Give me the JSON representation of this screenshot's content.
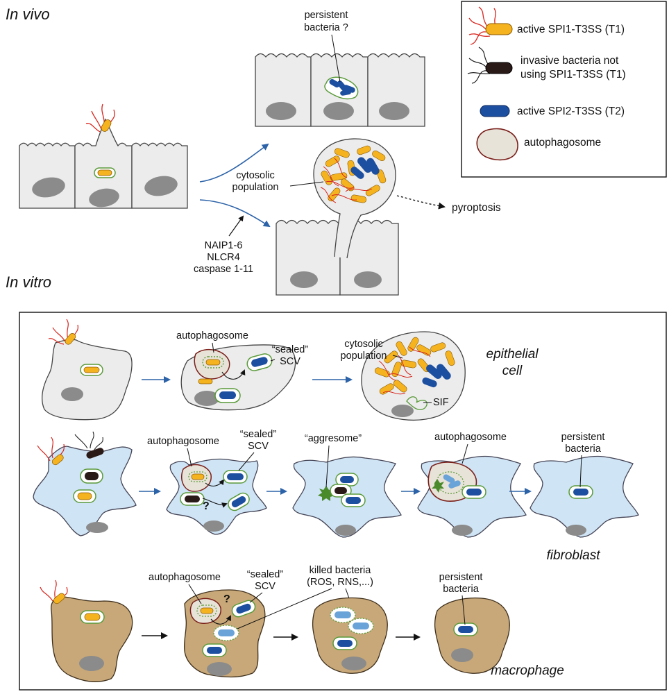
{
  "headings": {
    "in_vivo": "In vivo",
    "in_vitro": "In vitro"
  },
  "legend": {
    "items": [
      {
        "icon": "t1-bacterium-icon",
        "lines": [
          "active SPI1-T3SS (T1)"
        ]
      },
      {
        "icon": "invasive-bacterium-icon",
        "lines": [
          "invasive bacteria not",
          "using SPI1-T3SS (T1)"
        ]
      },
      {
        "icon": "t2-bacterium-icon",
        "lines": [
          "active SPI2-T3SS (T2)"
        ]
      },
      {
        "icon": "autophagosome-icon",
        "lines": [
          "autophagosome"
        ]
      }
    ]
  },
  "in_vivo": {
    "persistent": [
      "persistent",
      "bacteria ?"
    ],
    "cytosolic": [
      "cytosolic",
      "population"
    ],
    "pyroptosis": "pyroptosis",
    "inflammasome": [
      "NAIP1-6",
      "NLCR4",
      "caspase 1-11"
    ]
  },
  "in_vitro": {
    "epithelial": {
      "autophagosome": "autophagosome",
      "sealed": [
        "“sealed”",
        "SCV"
      ],
      "cytosolic": [
        "cytosolic",
        "population"
      ],
      "sif": "SIF",
      "cell_type": [
        "epithelial",
        "cell"
      ]
    },
    "fibroblast": {
      "autophagosome": "autophagosome",
      "sealed": [
        "“sealed”",
        "SCV"
      ],
      "question": "?",
      "aggresome": "“aggresome”",
      "autophagosome2": "autophagosome",
      "persistent": [
        "persistent",
        "bacteria"
      ],
      "cell_type": "fibroblast"
    },
    "macrophage": {
      "autophagosome": "autophagosome",
      "question": "?",
      "sealed": [
        "“sealed”",
        "SCV"
      ],
      "killed": [
        "killed bacteria",
        "(ROS, RNS,...)"
      ],
      "persistent": [
        "persistent",
        "bacteria"
      ],
      "cell_type": "macrophage"
    }
  },
  "colors": {
    "t1": "#f5b320",
    "t1_flagella": "#d8231b",
    "t2": "#1d4fa1",
    "scv_membrane": "#5a9a3a",
    "autophagosome_fill": "#e8e3d8",
    "autophagosome_border": "#7a1f1a",
    "epithelial_fill": "#ececec",
    "fibroblast_fill": "#cfe4f5",
    "macrophage_fill": "#c8a878",
    "flow_arrow": "#2b62a8",
    "nucleus": "#8b8b8b"
  }
}
